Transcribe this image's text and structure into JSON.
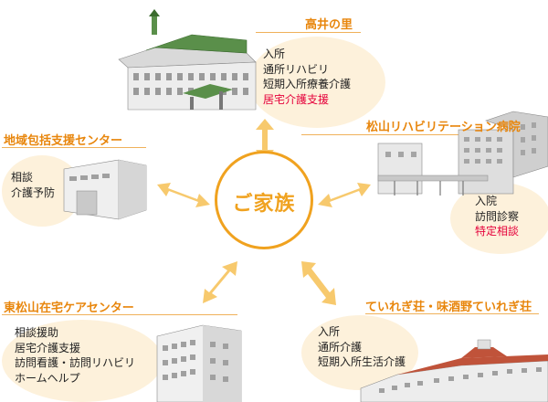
{
  "center": {
    "label": "ご家族"
  },
  "facilities": [
    {
      "name": "高井の里",
      "services": [
        "入所",
        "通所リハビリ",
        "短期入所療養介護",
        "居宅介護支援"
      ],
      "highlight_from": 3
    },
    {
      "name": "松山リハビリテーション病院",
      "services": [
        "入院",
        "訪問診察",
        "特定相談"
      ],
      "highlight_from": 2
    },
    {
      "name": "地域包括支援センター",
      "services": [
        "相談",
        "介護予防"
      ],
      "highlight_from": -1
    },
    {
      "name": "東松山在宅ケアセンター",
      "services": [
        "相談援助",
        "居宅介護支援",
        "訪問看護・訪問リハビリ",
        "ホームヘルプ"
      ],
      "highlight_from": -1
    },
    {
      "name": "ていれぎ荘・味酒野ていれぎ荘",
      "services": [
        "入所",
        "通所介護",
        "短期入所生活介護"
      ],
      "highlight_from": -1
    }
  ],
  "colors": {
    "accent": "#f0a21f",
    "title": "#e8860c",
    "highlight": "#e5003a",
    "blob": "#fdf1db"
  }
}
